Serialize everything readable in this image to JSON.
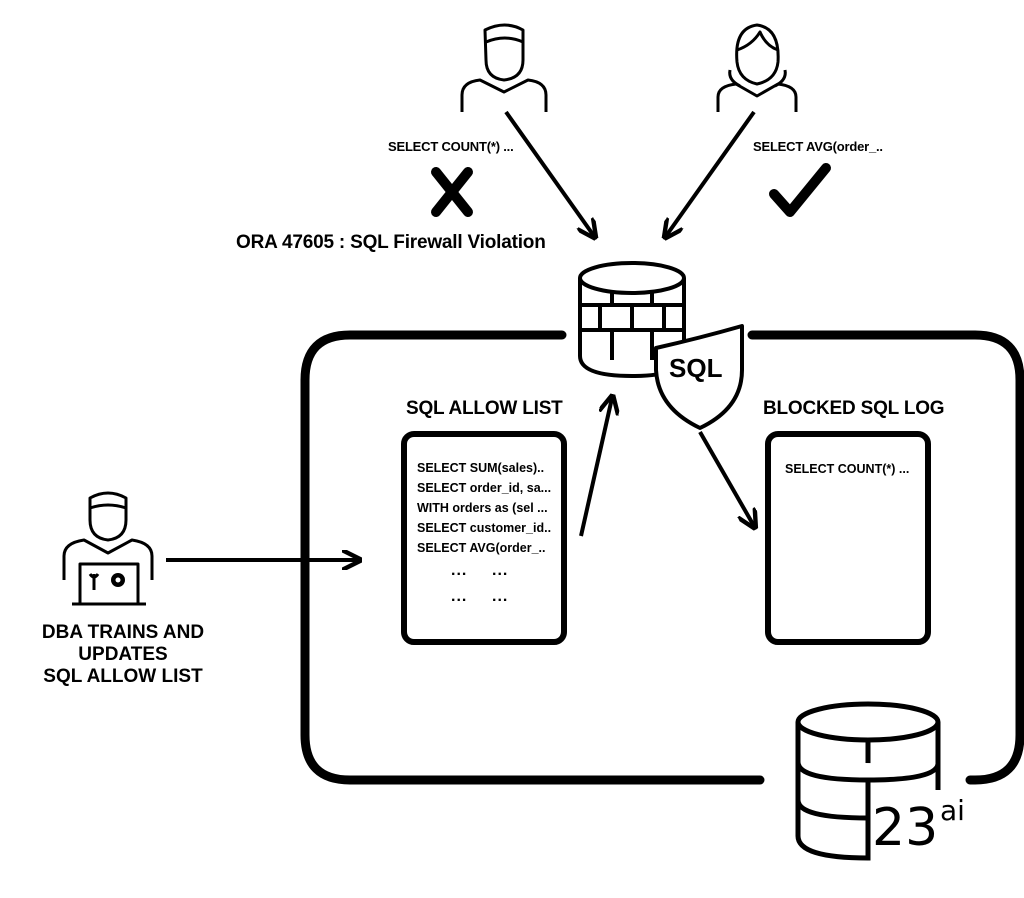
{
  "users": {
    "blocked_query": "SELECT COUNT(*) ...",
    "allowed_query": "SELECT AVG(order_.."
  },
  "violation_message": "ORA 47605 : SQL Firewall Violation",
  "firewall": {
    "shield_label": "SQL"
  },
  "allow_list": {
    "title": "SQL ALLOW LIST",
    "entries": [
      "SELECT SUM(sales)..",
      "SELECT order_id, sa...",
      "WITH orders as (sel ...",
      "SELECT customer_id..",
      "SELECT AVG(order_.."
    ],
    "ellipsis": "..."
  },
  "blocked_log": {
    "title": "BLOCKED SQL LOG",
    "entries": [
      "SELECT COUNT(*) ..."
    ]
  },
  "dba": {
    "line1": "DBA TRAINS AND UPDATES",
    "line2": "SQL ALLOW LIST"
  },
  "database": {
    "version": "23",
    "suffix": "ai"
  }
}
